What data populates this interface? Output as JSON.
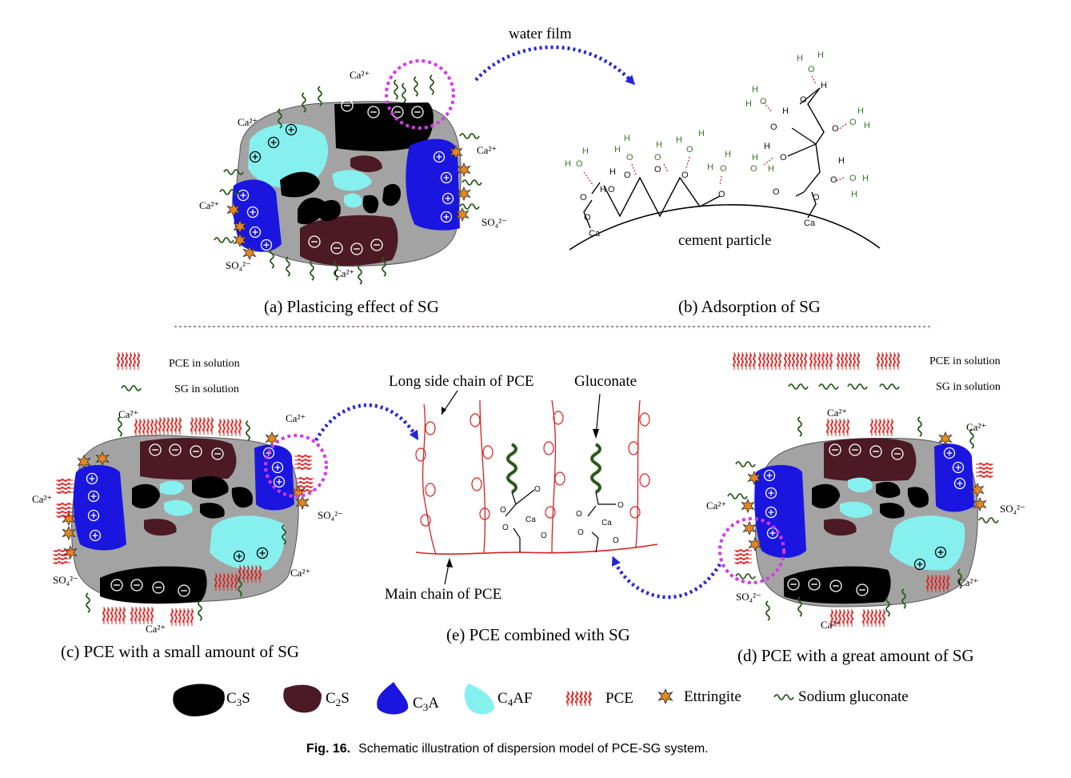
{
  "panel_a": {
    "caption": "(a) Plasticing effect of SG",
    "ions": [
      "Ca2+",
      "Ca2+",
      "Ca2+",
      "Ca2+",
      "SO42-",
      "SO42-",
      "Ca2+"
    ]
  },
  "arrow_label": "water film",
  "panel_b": {
    "caption": "(b) Adsorption of SG",
    "surface_label": "cement particle",
    "atoms": {
      "H": "H",
      "O": "O",
      "Ca": "Ca"
    }
  },
  "panel_c": {
    "caption": "(c) PCE with a small amount of SG",
    "legend": {
      "pce": "PCE in solution",
      "sg": "SG in solution"
    },
    "ions": [
      "Ca2+",
      "Ca2+",
      "Ca2+",
      "SO42-",
      "SO42-",
      "Ca2+",
      "Ca2+"
    ]
  },
  "panel_d": {
    "caption": "(d) PCE with a great amount of SG",
    "legend": {
      "pce": "PCE in solution",
      "sg": "SG in solution"
    },
    "ions": [
      "Ca2+",
      "Ca2+",
      "Ca2+",
      "SO42-",
      "SO42-",
      "Ca2+",
      "Ca2+"
    ]
  },
  "panel_e": {
    "caption": "(e) PCE combined with SG",
    "label_side_chain": "Long side chain of PCE",
    "label_gluconate": "Gluconate",
    "label_main_chain": "Main chain of PCE"
  },
  "legend": {
    "c3s": {
      "base": "C",
      "sub": "3",
      "tail": "S"
    },
    "c2s": {
      "base": "C",
      "sub": "2",
      "tail": "S"
    },
    "c3a": {
      "base": "C",
      "sub": "3",
      "tail": "A"
    },
    "c4af": {
      "base": "C",
      "sub": "4",
      "tail": "AF"
    },
    "pce": "PCE",
    "ettringite": "Ettringite",
    "sodium_gluconate": "Sodium gluconate"
  },
  "figure_caption": {
    "label": "Fig. 16.",
    "text": "Schematic illustration of dispersion model of PCE-SG system."
  },
  "colors": {
    "c3s": "#000000",
    "c2s": "#4b1a24",
    "c3a": "#1a16e0",
    "c4af": "#86f0ef",
    "matrix": "#a3a3a3",
    "pce": "#d8201e",
    "sg": "#2b5a1c",
    "ettringite": "#e8861e",
    "ring": "#d43be8",
    "arrow": "#2424d6",
    "water": "#3a7a2a",
    "divider": "#8a3a3a"
  }
}
